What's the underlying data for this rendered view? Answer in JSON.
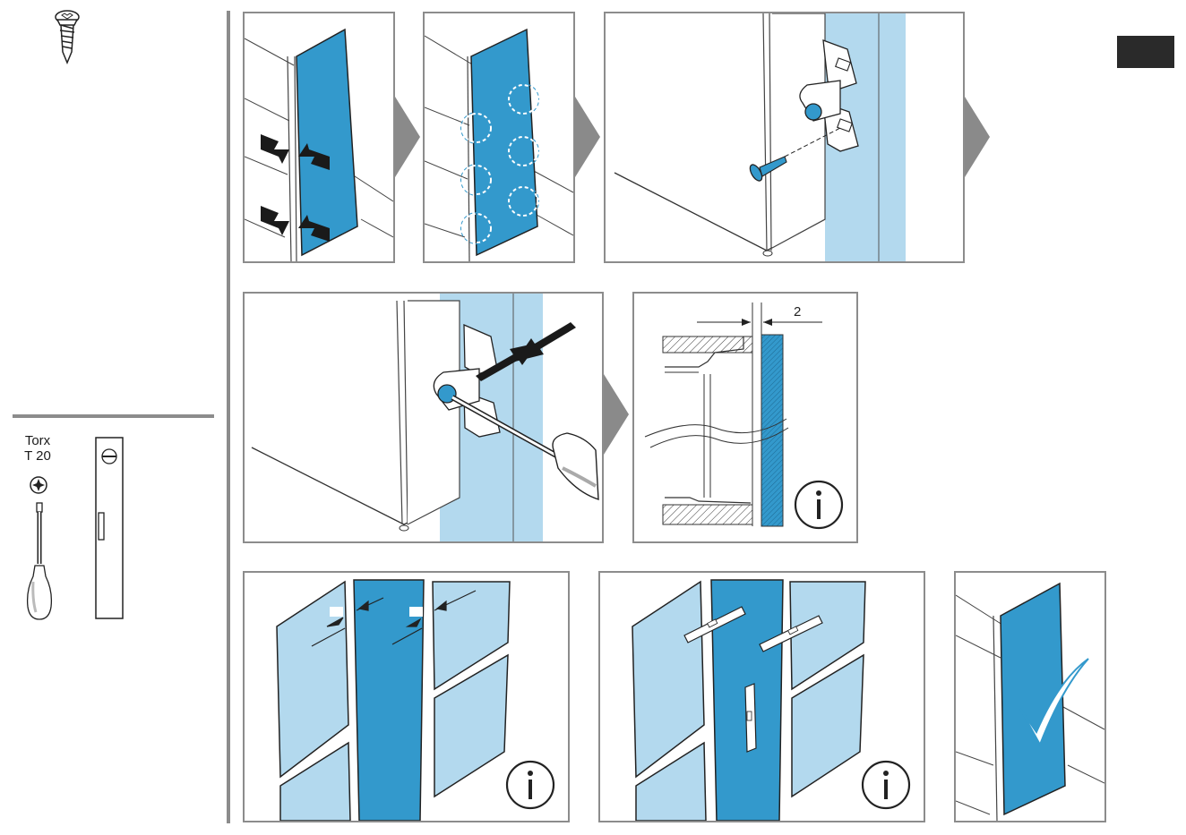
{
  "tools": {
    "torx_line1": "Torx",
    "torx_line2": "T 20"
  },
  "steps": {
    "gap_dimension": "2",
    "gap_label_left": "",
    "gap_label_right": ""
  },
  "colors": {
    "panel_blue": "#3399cc",
    "light_blue": "#b3d9ee",
    "frame_gray": "#8c8c8c",
    "arrow_gray": "#8a8a8a",
    "dark_square": "#2a2a2a"
  },
  "icons": [
    "screw-icon",
    "torx-bit-icon",
    "screwdriver-icon",
    "spacer-gauge-icon",
    "info-icon",
    "checkmark-icon",
    "step-arrow-icon"
  ]
}
